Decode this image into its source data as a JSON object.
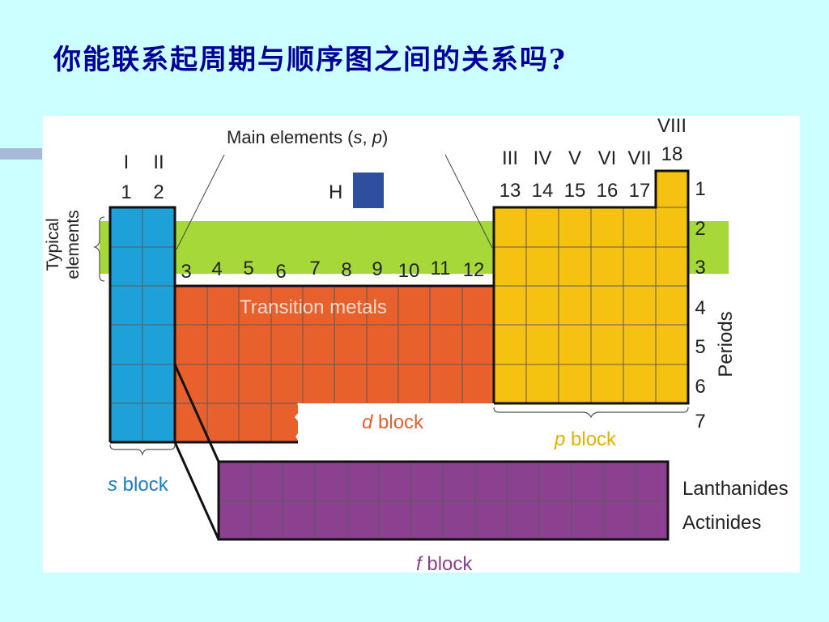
{
  "slide": {
    "title": "你能联系起周期与顺序图之间的关系吗?"
  },
  "colors": {
    "background": "#ccffff",
    "title": "#000099",
    "s_block": "#1ea0d8",
    "d_block": "#e8602c",
    "p_block": "#f5c211",
    "f_block": "#8c4090",
    "typical_band": "#a6d83a",
    "hydrogen": "#2f4f9e"
  },
  "diagram": {
    "main_elements_label": "Main elements (",
    "main_elements_s": "s",
    "main_elements_sep": ", ",
    "main_elements_p": "p",
    "main_elements_close": ")",
    "hydrogen_label": "H",
    "typical_label_1": "Typical",
    "typical_label_2": "elements",
    "transition_metals_label": "Transition metals",
    "periods_label": "Periods",
    "s_block": {
      "italic": "s",
      "rest": " block"
    },
    "d_block": {
      "italic": "d",
      "rest": " block"
    },
    "p_block": {
      "italic": "p",
      "rest": " block"
    },
    "f_block": {
      "italic": "f",
      "rest": " block"
    },
    "lanthanides_label": "Lanthanides",
    "actinides_label": "Actinides",
    "group_roman": [
      "I",
      "II",
      "III",
      "IV",
      "V",
      "VI",
      "VII",
      "VIII"
    ],
    "group_numbers": [
      "1",
      "2",
      "13",
      "14",
      "15",
      "16",
      "17",
      "18"
    ],
    "d_group_numbers": [
      "3",
      "4",
      "5",
      "6",
      "7",
      "8",
      "9",
      "10",
      "11",
      "12"
    ],
    "period_numbers": [
      "1",
      "2",
      "3",
      "4",
      "5",
      "6",
      "7"
    ]
  }
}
